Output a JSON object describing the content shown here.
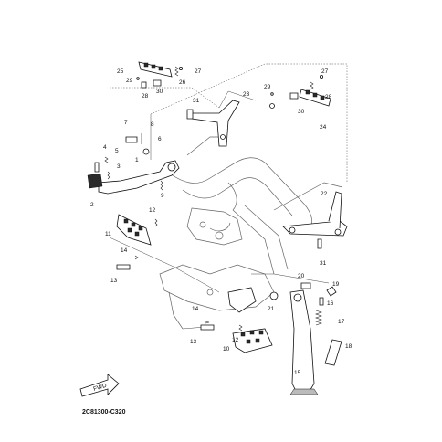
{
  "diagram_code": "2C81300-C320",
  "fwd_label": "FWD",
  "callouts": {
    "c1": "1",
    "c2": "2",
    "c3": "3",
    "c4": "4",
    "c5": "5",
    "c6": "6",
    "c7": "7",
    "c8": "8",
    "c9": "9",
    "c10": "10",
    "c11": "11",
    "c12a": "12",
    "c12b": "12",
    "c13a": "13",
    "c13b": "13",
    "c14a": "14",
    "c14b": "14",
    "c15": "15",
    "c16": "16",
    "c17": "17",
    "c18": "18",
    "c19": "19",
    "c20": "20",
    "c21": "21",
    "c22": "22",
    "c23": "23",
    "c24": "24",
    "c25": "25",
    "c26": "26",
    "c27a": "27",
    "c27b": "27",
    "c28a": "28",
    "c28b": "28",
    "c29a": "29",
    "c29b": "29",
    "c30a": "30",
    "c30b": "30",
    "c31a": "31",
    "c31b": "31"
  }
}
